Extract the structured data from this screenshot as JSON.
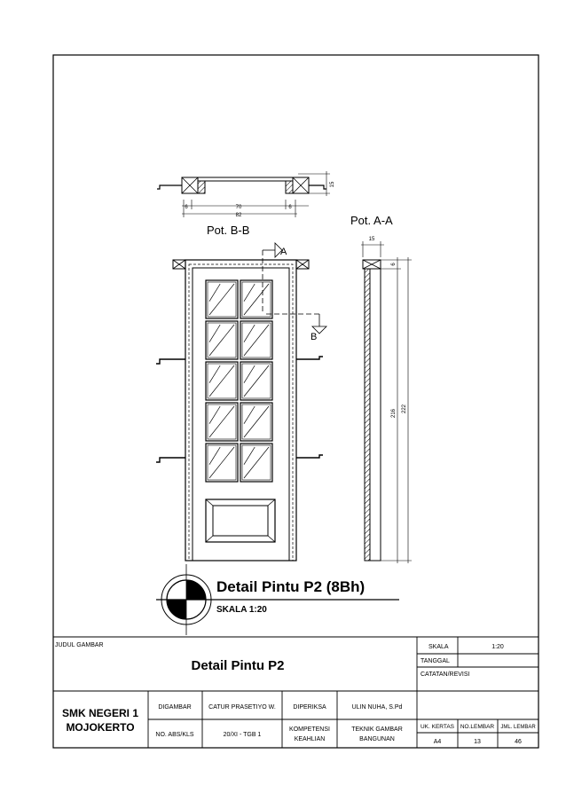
{
  "section_bb": {
    "title": "Pot. B-B",
    "dim_side_left": "6",
    "dim_center": "70",
    "dim_side_right": "6",
    "dim_total": "82",
    "dim_thickness": "15"
  },
  "section_aa": {
    "title": "Pot. A-A",
    "dim_width": "15",
    "dim_top": "6",
    "dim_inner_height": "216",
    "dim_total_height": "222"
  },
  "elevation": {
    "cut_marker_a": "A",
    "cut_marker_b": "B",
    "glass_rows": 5,
    "glass_cols": 2
  },
  "detail_title": {
    "title": "Detail Pintu P2 (8Bh)",
    "scale": "SKALA 1:20"
  },
  "title_block": {
    "judul_label": "JUDUL GAMBAR",
    "judul_value": "Detail Pintu P2",
    "skala_label": "SKALA",
    "skala_value": "1:20",
    "tanggal_label": "TANGGAL",
    "catatan_label": "CATATAN/REVISI",
    "school_line1": "SMK NEGERI 1",
    "school_line2": "MOJOKERTO",
    "digambar_label": "DIGAMBAR",
    "digambar_value": "CATUR PRASETIYO W.",
    "diperiksa_label": "DIPERIKSA",
    "diperiksa_value": "ULIN NUHA, S.Pd",
    "abs_label": "NO. ABS/KLS",
    "abs_value": "20/XI - TGB 1",
    "kompetensi_line1": "KOMPETENSI",
    "kompetensi_line2": "KEAHLIAN",
    "keahlian_line1": "TEKNIK GAMBAR",
    "keahlian_line2": "BANGUNAN",
    "uk_kertas_label": "UK. KERTAS",
    "uk_kertas_value": "A4",
    "no_lembar_label": "NO.LEMBAR",
    "no_lembar_value": "13",
    "jml_lembar_label": "JML. LEMBAR",
    "jml_lembar_value": "46"
  }
}
